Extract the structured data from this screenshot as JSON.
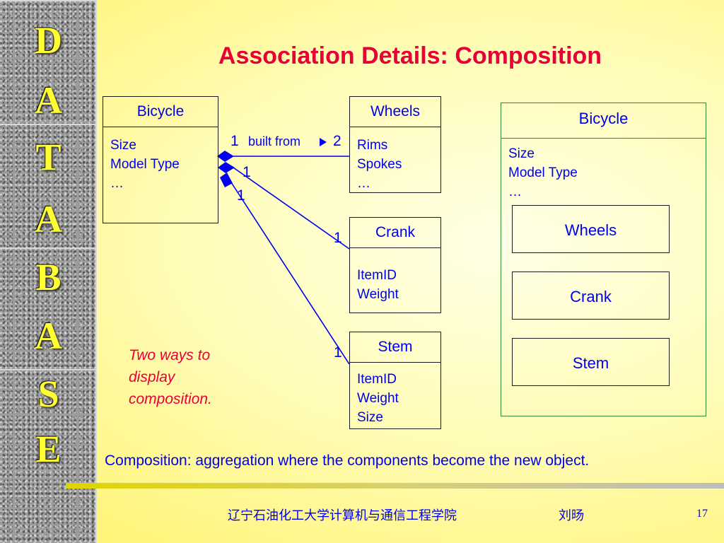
{
  "sidebar": {
    "letters": [
      "D",
      "A",
      "T",
      "A",
      "B",
      "A",
      "S",
      "E"
    ]
  },
  "title": "Association Details: Composition",
  "left_diagram": {
    "bicycle": {
      "name": "Bicycle",
      "attributes": [
        "Size",
        "Model Type",
        "…"
      ]
    },
    "wheels": {
      "name": "Wheels",
      "attributes": [
        "Rims",
        "Spokes",
        "…"
      ]
    },
    "crank": {
      "name": "Crank",
      "attributes": [
        "ItemID",
        "Weight"
      ]
    },
    "stem": {
      "name": "Stem",
      "attributes": [
        "ItemID",
        "Weight",
        "Size"
      ]
    },
    "assoc_wheels": {
      "left_mult": "1",
      "label": "built from",
      "right_mult": "2"
    },
    "assoc_crank": {
      "left_mult": "1",
      "right_mult": "1"
    },
    "assoc_stem": {
      "left_mult": "1",
      "right_mult": "1"
    }
  },
  "right_diagram": {
    "name": "Bicycle",
    "attributes": [
      "Size",
      "Model Type",
      "…"
    ],
    "parts": [
      "Wheels",
      "Crank",
      "Stem"
    ]
  },
  "note": [
    "Two ways to",
    "display",
    "composition."
  ],
  "caption": "Composition: aggregation where the components become the new object.",
  "footer": {
    "school": "辽宁石油化工大学计算机与通信工程学院",
    "author": "刘旸",
    "page": "17"
  },
  "colors": {
    "title": "#e8003a",
    "text": "#0000ee",
    "letters": "#ffff33"
  }
}
